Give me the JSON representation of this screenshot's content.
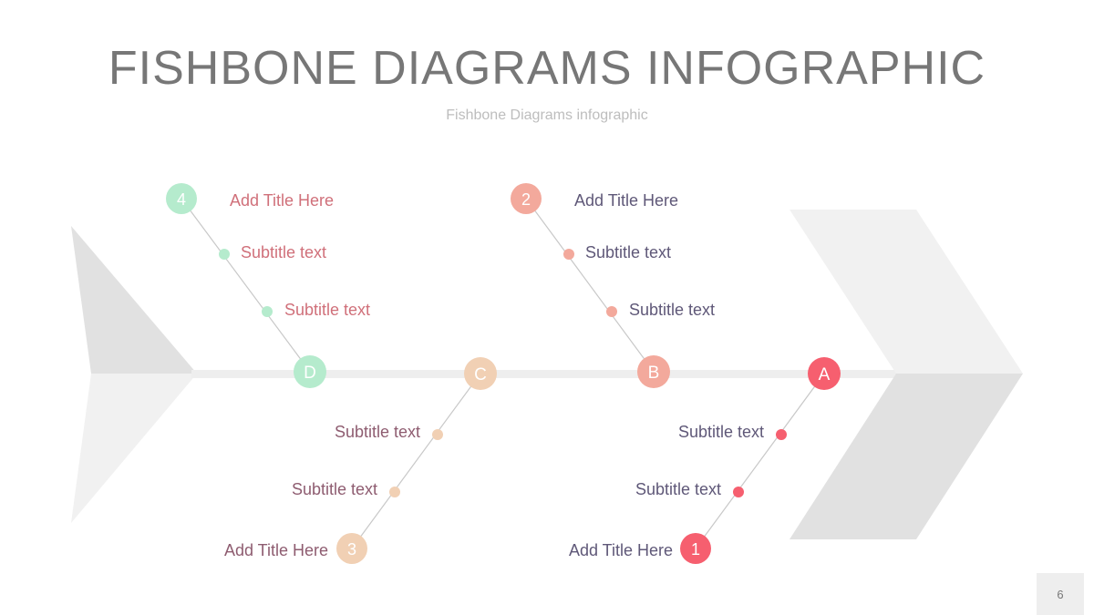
{
  "header": {
    "title": "FISHBONE DIAGRAMS INFOGRAPHIC",
    "subtitle": "Fishbone Diagrams infographic"
  },
  "colors": {
    "mint": "#b5ebcd",
    "salmon": "#f3a99c",
    "peach": "#f1d0b4",
    "red": "#f65f6f",
    "spine": "#eeeeee",
    "tail_light": "#f1f1f1",
    "tail_dark": "#e1e1e1",
    "text_pink": "#d0707a",
    "text_plum": "#8e5c70",
    "text_slate": "#5f5878",
    "bone_line": "#c8c8c8"
  },
  "bones": {
    "d": {
      "letter": "D",
      "number": "4",
      "title": "Add Title Here",
      "sub1": "Subtitle text",
      "sub2": "Subtitle text"
    },
    "c": {
      "letter": "C",
      "number": "3",
      "title": "Add Title Here",
      "sub1": "Subtitle text",
      "sub2": "Subtitle text"
    },
    "b": {
      "letter": "B",
      "number": "2",
      "title": "Add Title Here",
      "sub1": "Subtitle text",
      "sub2": "Subtitle text"
    },
    "a": {
      "letter": "A",
      "number": "1",
      "title": "Add Title Here",
      "sub1": "Subtitle text",
      "sub2": "Subtitle text"
    }
  },
  "footer": {
    "page_number": "6"
  }
}
